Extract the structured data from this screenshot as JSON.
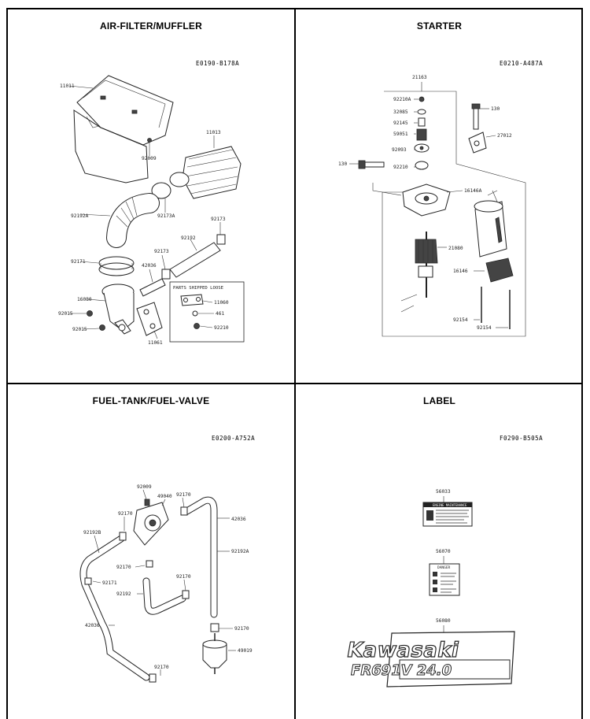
{
  "panels": {
    "air_filter": {
      "title": "AIR-FILTER/MUFFLER",
      "code": "E0190-B178A",
      "parts": [
        "11011",
        "11013",
        "92009",
        "92192A",
        "92173A",
        "92173",
        "92192",
        "92171",
        "42036",
        "92173",
        "16080",
        "92015",
        "92015",
        "11061"
      ],
      "loose_box": {
        "title": "PARTS SHIPPED LOOSE",
        "parts": [
          "11060",
          "461",
          "92210"
        ]
      }
    },
    "starter": {
      "title": "STARTER",
      "code": "E0210-A487A",
      "parts": [
        "21163",
        "92210A",
        "32085",
        "92145",
        "59051",
        "92093",
        "92210",
        "130",
        "27012",
        "130",
        "16146A",
        "21080",
        "16146",
        "92154",
        "92154"
      ]
    },
    "fuel": {
      "title": "FUEL-TANK/FUEL-VALVE",
      "code": "E0200-A752A",
      "parts": [
        "92009",
        "49040",
        "92170",
        "42036",
        "92170",
        "92192B",
        "92192A",
        "92170",
        "92171",
        "92170",
        "92192",
        "42036",
        "92170",
        "49019",
        "92170"
      ]
    },
    "label": {
      "title": "LABEL",
      "code": "F0290-B505A",
      "parts": [
        "56033",
        "56070",
        "56080"
      ],
      "brand": "Kawasaki",
      "model": "FR691V 24.0",
      "label1_heading": "ENGINE MAINTENANCE",
      "label2_heading": "DANGER"
    }
  }
}
